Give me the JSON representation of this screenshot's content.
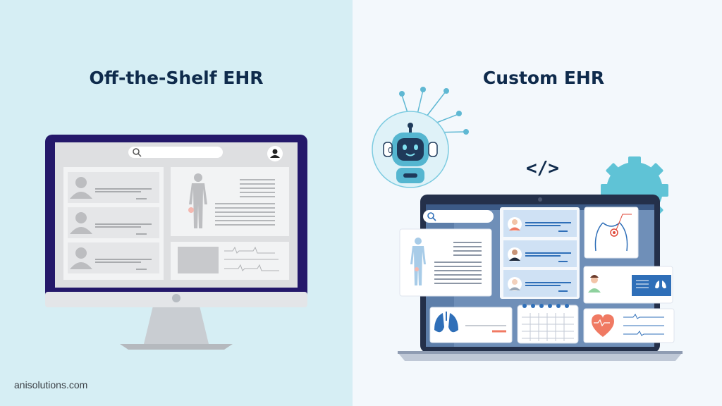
{
  "left": {
    "title": "Off-the-Shelf EHR"
  },
  "right": {
    "title": "Custom EHR",
    "code_symbol": "</>",
    "robot_counter": "0"
  },
  "footer": {
    "brand": "anisolutions.com"
  },
  "colors": {
    "left_bg": "#d6eef4",
    "right_bg": "#f3f8fc",
    "heading": "#0f2b4c",
    "accent_blue": "#2f6fb8",
    "accent_cyan": "#4fc1d6",
    "heart": "#f07a63"
  },
  "icons": [
    "search-icon",
    "user-icon",
    "robot-icon",
    "gear-icon",
    "code-icon",
    "heart-icon",
    "lungs-icon",
    "calendar-icon"
  ]
}
